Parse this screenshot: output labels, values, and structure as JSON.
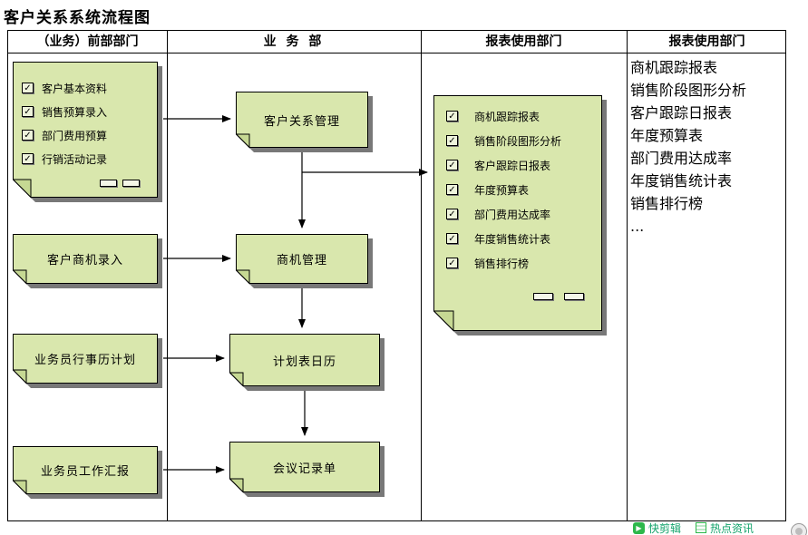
{
  "page": {
    "title": "客户关系系统流程图"
  },
  "table": {
    "headers": [
      "（业务）前部部门",
      "业 务 部",
      "报表使用部门",
      "报表使用部门"
    ]
  },
  "front_dept": {
    "entry_doc_items": [
      "客户基本资料",
      "销售预算录入",
      "部门费用预算",
      "行销活动记录"
    ],
    "opportunity_entry": "客户商机录入",
    "calendar_plan": "业务员行事历计划",
    "work_report": "业务员工作汇报"
  },
  "business_dept": {
    "crm": "客户关系管理",
    "opportunity_mgmt": "商机管理",
    "schedule_calendar": "计划表日历",
    "meeting_record": "会议记录单"
  },
  "report_dept": {
    "report_doc_items": [
      "商机跟踪报表",
      "销售阶段图形分析",
      "客户跟踪日报表",
      "年度预算表",
      "部门费用达成率",
      "年度销售统计表",
      "销售排行榜"
    ]
  },
  "report_list": [
    "商机跟踪报表",
    "销售阶段图形分析",
    "客户跟踪日报表",
    "年度预算表",
    "部门费用达成率",
    "年度销售统计表",
    "销售排行榜",
    "..."
  ],
  "footer": {
    "quick_clip": "快剪辑",
    "hot_news": "热点资讯"
  },
  "colors": {
    "box_fill": "#d9e7ad",
    "box_fill_dark": "#c6d893",
    "shadow": "#787878",
    "accent_green": "#2db84b",
    "footer_text": "#13a36b"
  }
}
